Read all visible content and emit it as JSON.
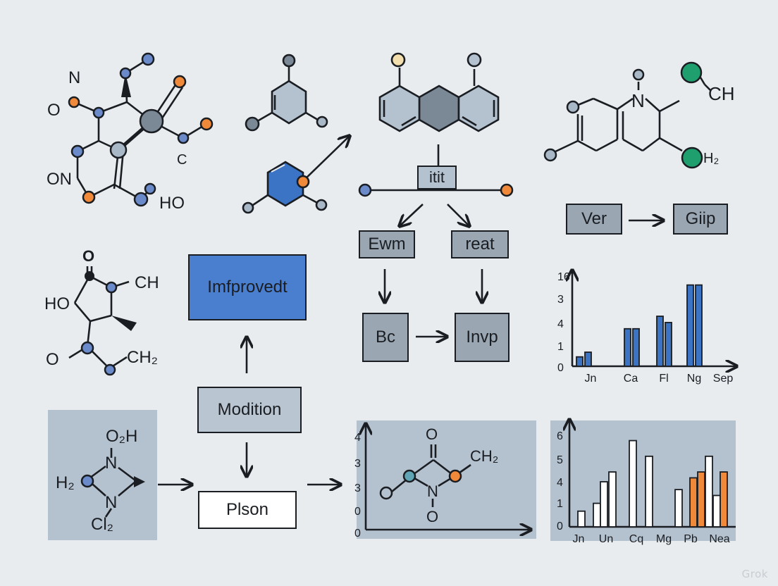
{
  "colors": {
    "background": "#e8ecef",
    "ink": "#1a1d22",
    "blue": "#3b73c5",
    "blue_box": "#4a7fd0",
    "grey_box": "#9aa7b3",
    "light_grey_box": "#b9c6d1",
    "panel": "#b4c2cf",
    "orange": "#f08a3a",
    "green": "#1f9e6e",
    "atom_blue": "#6a8ac9",
    "atom_grey": "#a9b8c6"
  },
  "molecule_top_left": {
    "labels": [
      "N",
      "O",
      "ON",
      "HO",
      "C"
    ]
  },
  "molecule_top_center": {},
  "fused_rings": {},
  "molecule_top_right": {
    "labels": [
      "N",
      "CH",
      "H₂"
    ]
  },
  "molecule_mid_left": {
    "labels": [
      "O",
      "CH",
      "HO",
      "O",
      "CH₂"
    ]
  },
  "flow": {
    "itit": "itit",
    "ewm": "Ewm",
    "reat": "reat",
    "bc": "Bc",
    "invp": "Invp",
    "ver": "Ver",
    "giip": "Giip",
    "improved": "Imfprovedt",
    "modition": "Modition",
    "plson": "Plson"
  },
  "molecule_bottom_left": {
    "labels": [
      "O₂H",
      "N",
      "H₂",
      "N",
      "Cl₂"
    ]
  },
  "molecule_bottom_center": {
    "labels": [
      "O",
      "CH₂",
      "N",
      "O"
    ]
  },
  "chart_data": [
    {
      "type": "bar",
      "categories": [
        "Jn",
        "Ca",
        "Fl",
        "Ng",
        "Sep"
      ],
      "series_values": [
        [
          0.6,
          0.9
        ],
        [
          2.4,
          2.4
        ],
        [
          3.2,
          2.8
        ],
        [
          5.2,
          5.2
        ],
        []
      ],
      "yticks": [
        "16",
        "3",
        "4",
        "1",
        "0"
      ],
      "grid": false,
      "color": "#3b73c5"
    },
    {
      "type": "bar",
      "categories": [
        "Jn",
        "Un",
        "Cq",
        "Mg",
        "Pb",
        "Nea"
      ],
      "yticks": [
        "6",
        "5",
        "4",
        "1",
        "0"
      ],
      "bars": [
        {
          "v": 0.8,
          "c": "white"
        },
        {
          "v": 1.2,
          "c": "white"
        },
        {
          "v": 2.3,
          "c": "white"
        },
        {
          "v": 2.8,
          "c": "white"
        },
        {
          "v": 4.4,
          "c": "white"
        },
        {
          "v": 3.6,
          "c": "white"
        },
        {
          "v": 1.9,
          "c": "white"
        },
        {
          "v": 2.5,
          "c": "orange"
        },
        {
          "v": 2.8,
          "c": "orange"
        },
        {
          "v": 3.6,
          "c": "white"
        },
        {
          "v": 1.6,
          "c": "white"
        },
        {
          "v": 2.8,
          "c": "orange"
        }
      ],
      "grid": false
    }
  ],
  "bottom_center_axes": {
    "yticks": [
      "4",
      "3",
      "3",
      "0",
      "0"
    ]
  },
  "watermark": "Grok"
}
